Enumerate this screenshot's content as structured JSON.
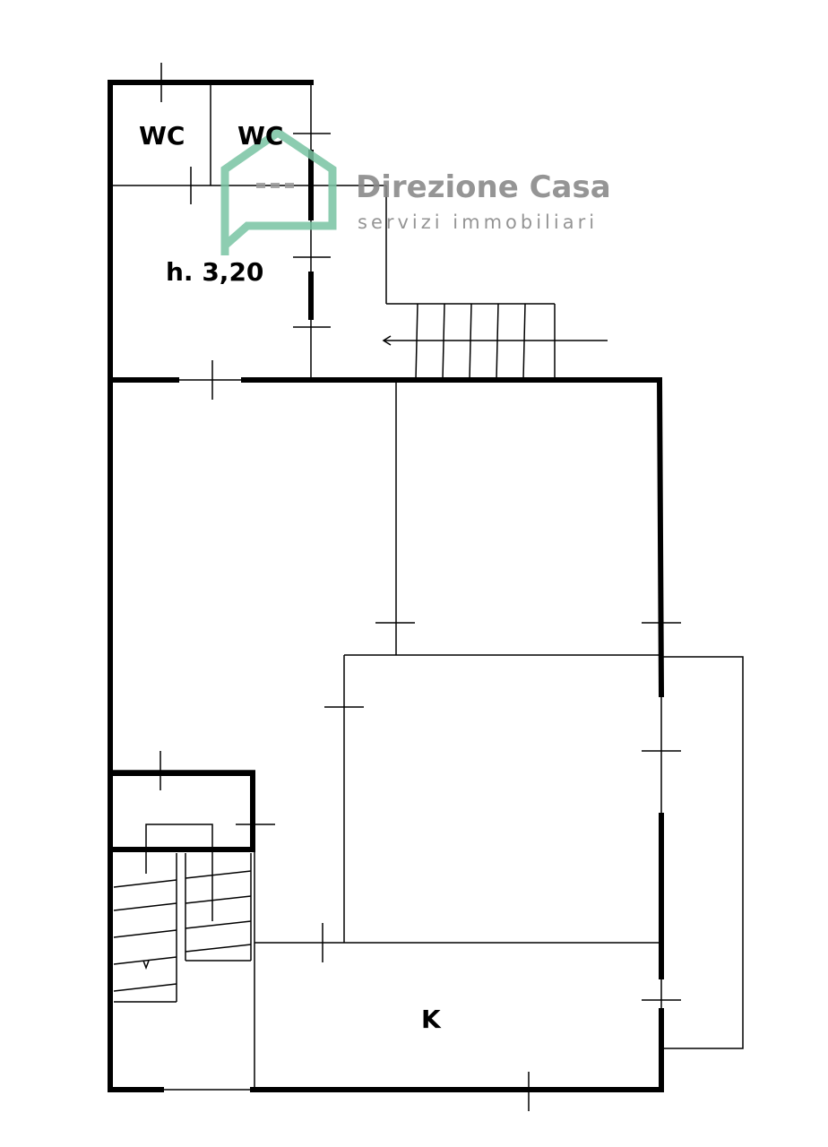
{
  "floorplan": {
    "rooms": {
      "wc_left": "WC",
      "wc_right": "WC",
      "ceiling_height": "h. 3,20",
      "kitchen": "K"
    }
  },
  "watermark": {
    "name": "Direzione Casa",
    "tagline": "servizi immobiliari",
    "logo_color": "#79c4a3",
    "text_color": "#8a8a8a",
    "icon": "house-speech-bubble-icon"
  },
  "colors": {
    "wall": "#000000",
    "background": "#ffffff"
  }
}
